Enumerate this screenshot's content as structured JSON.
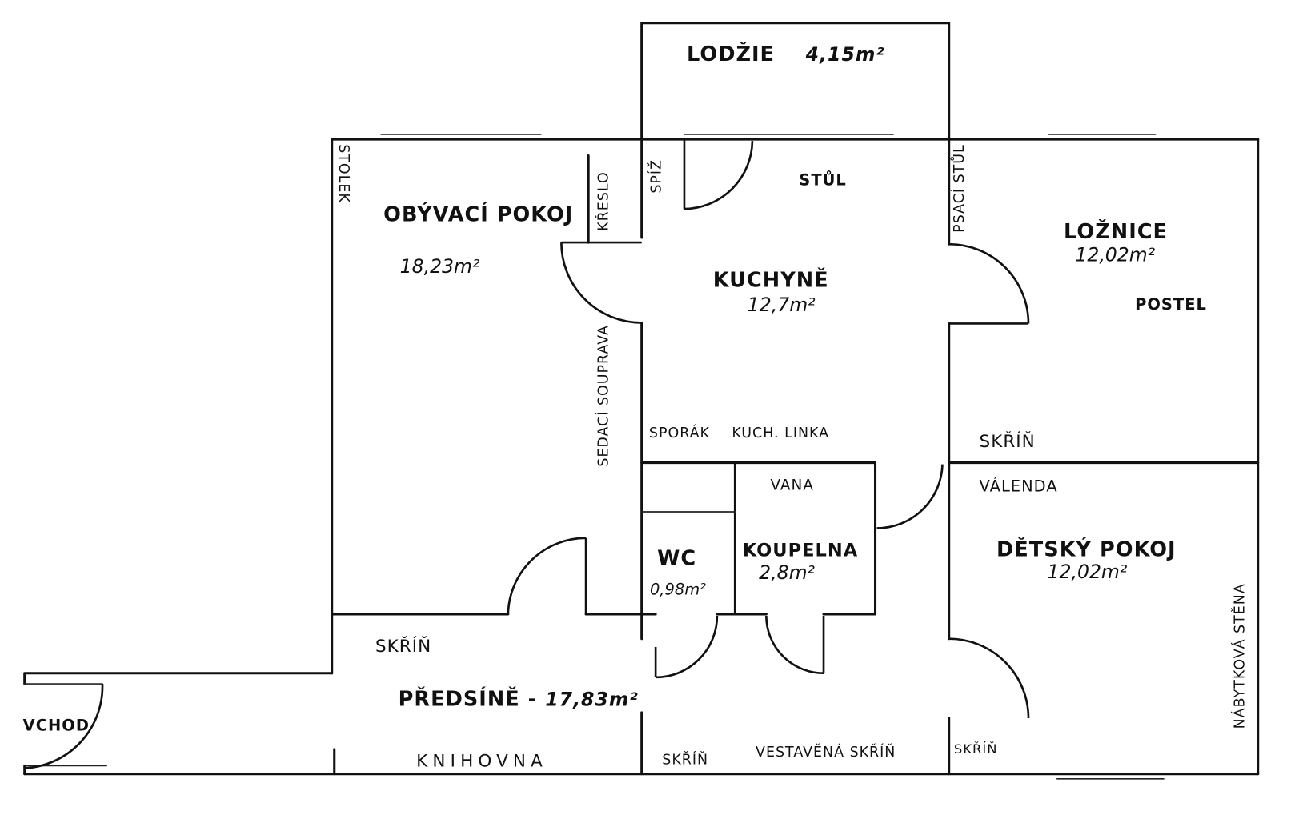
{
  "rooms": {
    "loggia": {
      "name": "LODŽIE",
      "area": "4,15m²"
    },
    "living": {
      "name": "OBÝVACÍ POKOJ",
      "area": "18,23m²"
    },
    "kitchen": {
      "name": "KUCHYNĚ",
      "area": "12,7m²"
    },
    "bedroom": {
      "name": "LOŽNICE",
      "area": "12,02m²"
    },
    "wc": {
      "name": "WC",
      "area": "0,98m²"
    },
    "bathroom": {
      "name": "KOUPELNA",
      "area": "2,8m²"
    },
    "kids_room": {
      "name": "DĚTSKÝ POKOJ",
      "area": "12,02m²"
    },
    "hall": {
      "name": "PŘEDSÍNĚ",
      "separator": " - ",
      "area": "17,83m²"
    },
    "entrance": {
      "name": "VCHOD"
    }
  },
  "furniture": {
    "side_table": "STOLEK",
    "armchair": "KŘESLO",
    "pantry": "SPÍŽ",
    "table": "STŮL",
    "desk": "PSACÍ STŮL",
    "bed": "POSTEL",
    "sofa": "SEDACÍ SOUPRAVA",
    "stove": "SPORÁK",
    "kitchen_unit": "KUCH. LINKA",
    "bedroom_wardrobe": "SKŘÍŇ",
    "daybed": "VÁLENDA",
    "bathtub": "VANA",
    "wall_unit": "NÁBYTKOVÁ STĚNA",
    "hall_wardrobe": "SKŘÍŇ",
    "bookcase": "KNIHOVNA",
    "hall_wardrobe_2": "SKŘÍŇ",
    "built_in_wardrobe": "VESTAVĚNÁ SKŘÍŇ",
    "kids_wardrobe": "SKŘÍŇ"
  }
}
